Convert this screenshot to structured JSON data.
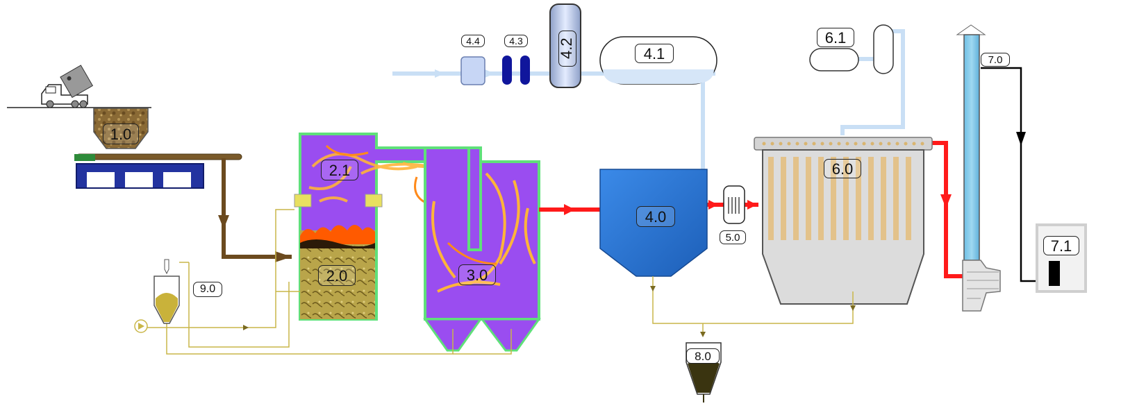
{
  "labels": {
    "truck_bunker": "1.0",
    "furnace": "2.0",
    "combustion_chamber": "2.1",
    "boiler": "3.0",
    "reactor": "4.0",
    "water_tank": "4.1",
    "water_treatment_column": "4.2",
    "filters": "4.3",
    "water_pump": "4.4",
    "heat_exchanger": "5.0",
    "bag_filter": "6.0",
    "compressed_air": "6.1",
    "stack": "7.0",
    "emission_monitor": "7.1",
    "ash_silo": "8.0",
    "additive_silo": "9.0"
  },
  "colors": {
    "flue_gas": "#ff1a1a",
    "water_line": "#c9dff5",
    "fuel_line": "#6b4a1e",
    "ash_line": "#c9b648",
    "signal_line": "#000000",
    "boiler_wall": "#a64dff",
    "reactor": "#2f78d8",
    "bag_filter": "#d8d8d8"
  }
}
